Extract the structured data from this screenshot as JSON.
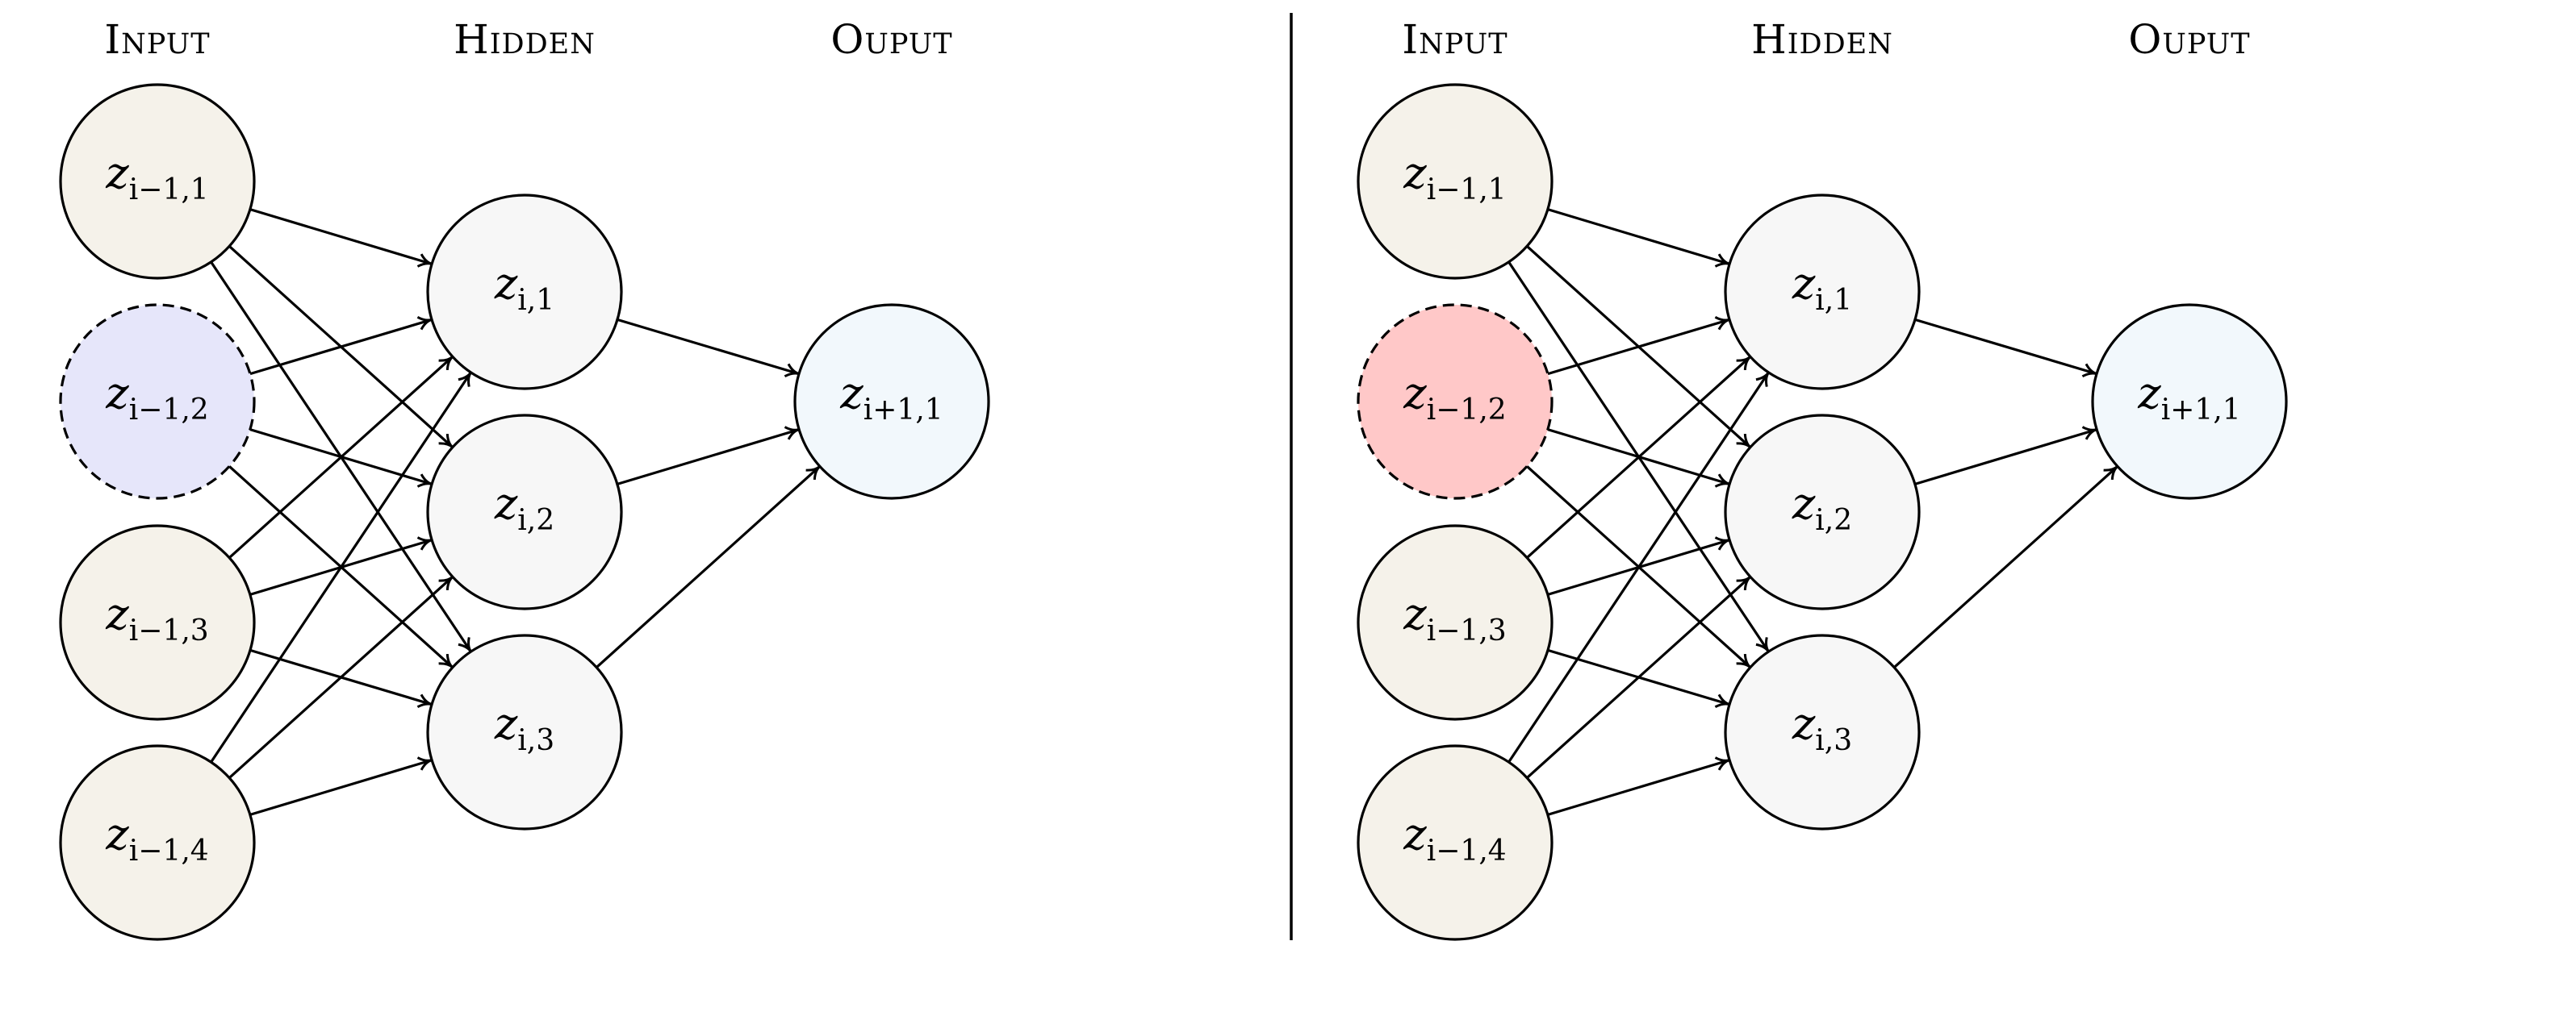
{
  "colors": {
    "input_fill": "#f5f2ea",
    "hidden_fill": "#f7f7f7",
    "output_fill": "#f2f8fc",
    "left_highlight_fill": "#e6e6fa",
    "right_highlight_fill": "#ffc8c8",
    "stroke": "#000000"
  },
  "panels": [
    {
      "headers": {
        "input": "Input",
        "hidden": "Hidden",
        "output": "Ouput"
      },
      "highlight_fill_key": "left_highlight_fill",
      "input_nodes": [
        {
          "var": "z",
          "sub": "i−1,1"
        },
        {
          "var": "z",
          "sub": "i−1,2",
          "dashed": true
        },
        {
          "var": "z",
          "sub": "i−1,3"
        },
        {
          "var": "z",
          "sub": "i−1,4"
        }
      ],
      "hidden_nodes": [
        {
          "var": "z",
          "sub": "i,1"
        },
        {
          "var": "z",
          "sub": "i,2"
        },
        {
          "var": "z",
          "sub": "i,3"
        }
      ],
      "output_nodes": [
        {
          "var": "z",
          "sub": "i+1,1"
        }
      ]
    },
    {
      "headers": {
        "input": "Input",
        "hidden": "Hidden",
        "output": "Ouput"
      },
      "highlight_fill_key": "right_highlight_fill",
      "input_nodes": [
        {
          "var": "z",
          "sub": "i−1,1"
        },
        {
          "var": "z",
          "sub": "i−1,2",
          "dashed": true
        },
        {
          "var": "z",
          "sub": "i−1,3"
        },
        {
          "var": "z",
          "sub": "i−1,4"
        }
      ],
      "hidden_nodes": [
        {
          "var": "z",
          "sub": "i,1"
        },
        {
          "var": "z",
          "sub": "i,2"
        },
        {
          "var": "z",
          "sub": "i,3"
        }
      ],
      "output_nodes": [
        {
          "var": "z",
          "sub": "i+1,1"
        }
      ]
    }
  ]
}
